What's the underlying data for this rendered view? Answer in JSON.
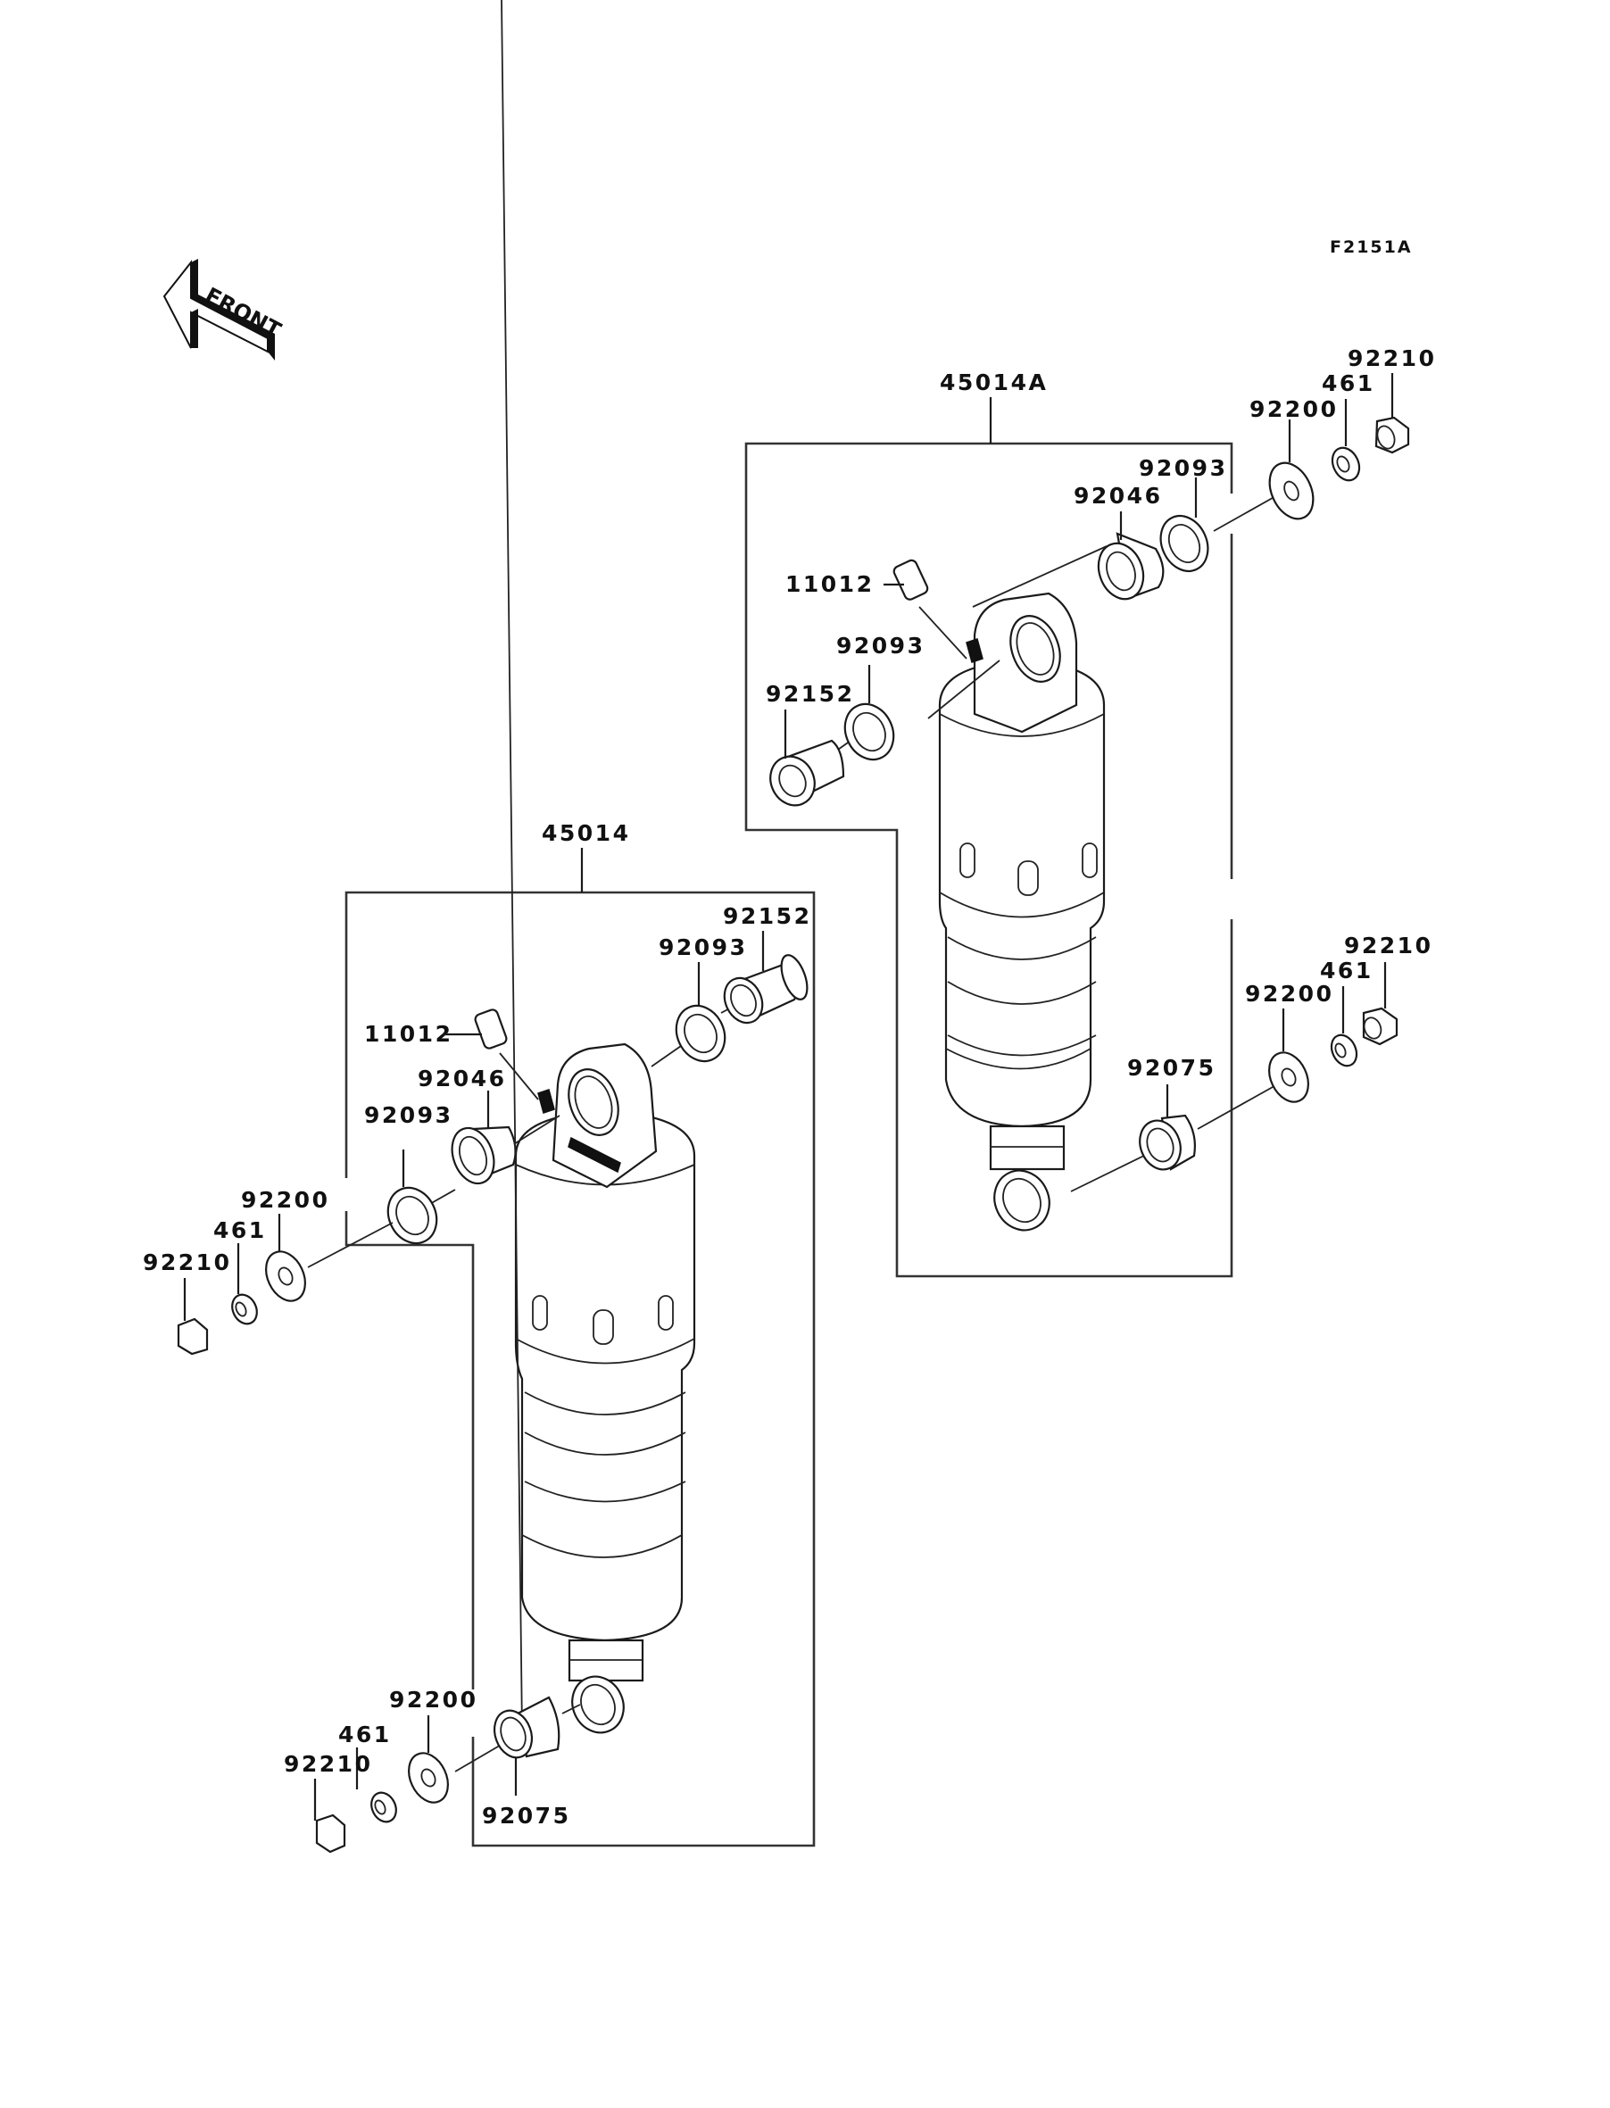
{
  "figure_code": "F2151A",
  "direction_marker": {
    "label": "FRONT",
    "icon": "front-arrow-icon"
  },
  "assemblies": [
    {
      "id": "45014A",
      "position": "upper-right",
      "labels": {
        "assembly": "45014A",
        "valve": "11012",
        "seal_left": "92093",
        "collar_left": "92152",
        "bearing": "92046",
        "seal_right": "92093",
        "washer_top": "92200",
        "circlip_top": "461",
        "nut_top": "92210",
        "collar_bottom": "92075",
        "washer_bottom": "92200",
        "circlip_bottom": "461",
        "nut_bottom": "92210"
      }
    },
    {
      "id": "45014",
      "position": "lower-left",
      "labels": {
        "assembly": "45014",
        "valve": "11012",
        "seal_right": "92093",
        "collar_right": "92152",
        "bearing": "92046",
        "seal_left": "92093",
        "washer_top": "92200",
        "circlip_top": "461",
        "nut_top": "92210",
        "collar_bottom": "92075",
        "washer_bottom": "92200",
        "circlip_bottom": "461",
        "nut_bottom": "92210"
      }
    }
  ]
}
